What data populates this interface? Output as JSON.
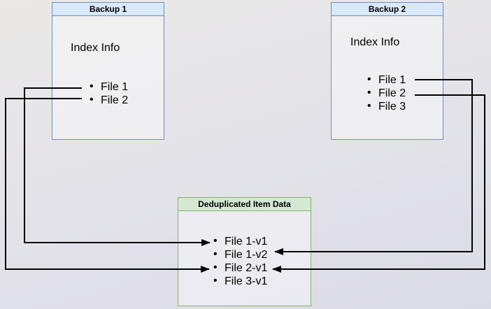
{
  "glyphs": {
    "bullet": "•"
  },
  "colors": {
    "background_top": "#eae9e7",
    "background_bottom": "#dbdbe6",
    "box_fill": "rgba(250,250,252,0.45)",
    "blue_header_fill": "#dae8fc",
    "blue_border": "#6c8ebf",
    "green_header_fill": "#d5e8d4",
    "green_border": "#82b366",
    "connector": "#000000",
    "text": "#000000"
  },
  "boxes": {
    "backup1": {
      "title": "Backup 1",
      "subtitle": "Index Info",
      "items": [
        "File 1",
        "File 2"
      ]
    },
    "backup2": {
      "title": "Backup 2",
      "subtitle": "Index Info",
      "items": [
        "File 1",
        "File 2",
        "File 3"
      ]
    },
    "dedup": {
      "title": "Deduplicated Item Data",
      "items": [
        "File 1-v1",
        "File 1-v2",
        "File 2-v1",
        "File 3-v1"
      ]
    }
  },
  "connections": [
    {
      "from": "Backup 1 / File 1",
      "to": "File 1-v1"
    },
    {
      "from": "Backup 1 / File 2",
      "to": "File 2-v1"
    },
    {
      "from": "Backup 2 / File 1",
      "to": "File 1-v2"
    },
    {
      "from": "Backup 2 / File 2",
      "to": "File 2-v1"
    }
  ]
}
